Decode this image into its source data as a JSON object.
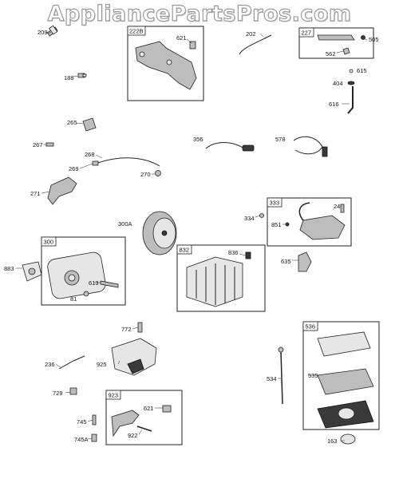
{
  "watermark": "AppliancePartsPros.com",
  "labels": {
    "p209": "209",
    "p188": "188",
    "p222B": "222B",
    "p621a": "621",
    "p202": "202",
    "p227": "227",
    "p505": "505",
    "p562": "562",
    "p615": "615",
    "p404": "404",
    "p616": "616",
    "p265": "265",
    "p267": "267",
    "p268": "268",
    "p269": "269",
    "p270": "270",
    "p271": "271",
    "p356": "356",
    "p578": "578",
    "p300A": "300A",
    "p333": "333",
    "p24": "24",
    "p334": "334",
    "p851": "851",
    "p300": "300",
    "p883": "883",
    "p613": "613",
    "p81": "81",
    "p832": "832",
    "p836": "836",
    "p635": "635",
    "p772": "772",
    "p236": "236",
    "p925": "925",
    "p536": "536",
    "p535": "535",
    "p534": "534",
    "p729": "729",
    "p923": "923",
    "p621b": "621",
    "p745": "745",
    "p922": "922",
    "p745A": "745A",
    "p163": "163"
  }
}
